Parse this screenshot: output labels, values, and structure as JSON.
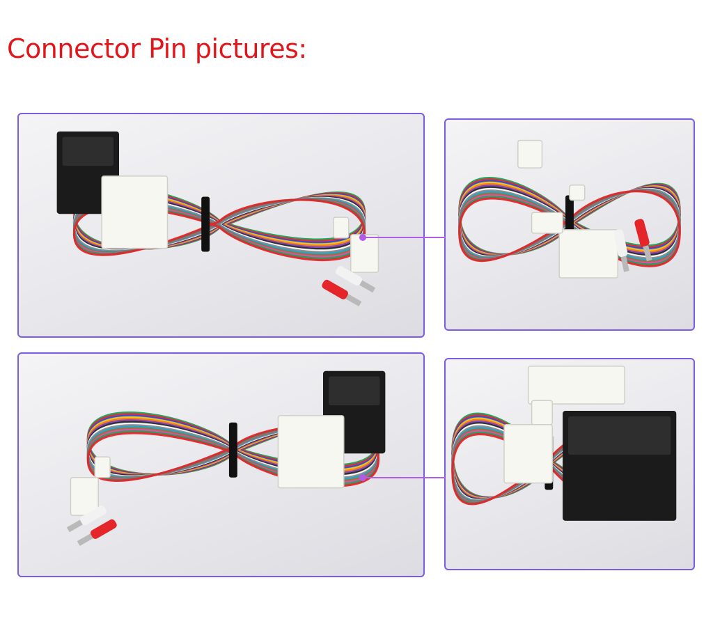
{
  "heading": {
    "text": "Connector Pin pictures:",
    "color": "#e0161b"
  },
  "accent": {
    "border": "#7c5ce0",
    "pointer": "#b15ce6"
  },
  "wire_colors": [
    "#1f9e5a",
    "#e4262b",
    "#2a4bd6",
    "#f2c21b",
    "#f07b1a",
    "#7d3fb8",
    "#2a2a2a",
    "#ffffff",
    "#8a8a8a",
    "#1fa3c9",
    "#9b6b3a",
    "#d94fa0"
  ],
  "photos": [
    {
      "subject": "full wiring harness, black quadlock connector at left"
    },
    {
      "subject": "close-up of white pin connectors and RCA plugs"
    },
    {
      "subject": "full wiring harness, black quadlock connector at right"
    },
    {
      "subject": "close-up of black quadlock connector and white pin blocks"
    }
  ]
}
